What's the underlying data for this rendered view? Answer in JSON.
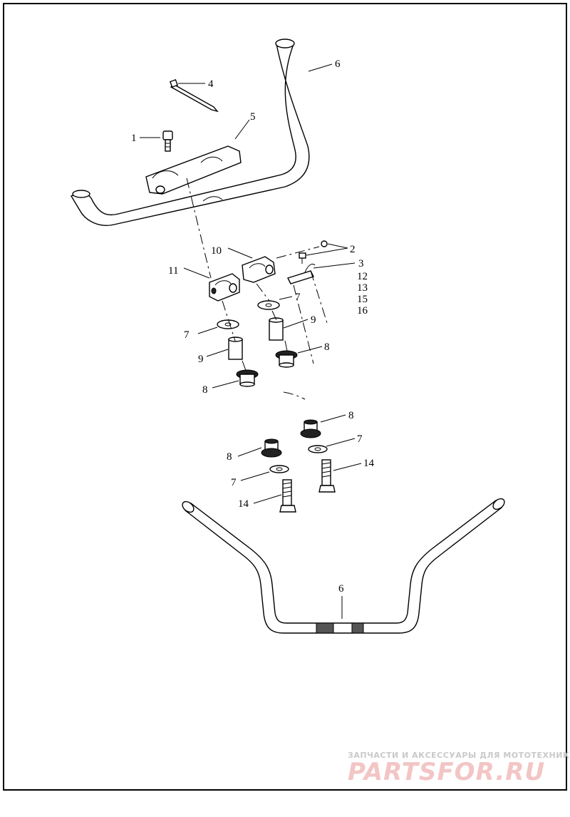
{
  "callouts": [
    {
      "id": "c6a",
      "text": "6"
    },
    {
      "id": "c4",
      "text": "4"
    },
    {
      "id": "c5",
      "text": "5"
    },
    {
      "id": "c1",
      "text": "1"
    },
    {
      "id": "c2",
      "text": "2"
    },
    {
      "id": "c10",
      "text": "10"
    },
    {
      "id": "c3",
      "text": "3"
    },
    {
      "id": "c12",
      "text": "12"
    },
    {
      "id": "c13",
      "text": "13"
    },
    {
      "id": "c15",
      "text": "15"
    },
    {
      "id": "c16",
      "text": "16"
    },
    {
      "id": "c11",
      "text": "11"
    },
    {
      "id": "c7a",
      "text": "7"
    },
    {
      "id": "c7b",
      "text": "7"
    },
    {
      "id": "c9a",
      "text": "9"
    },
    {
      "id": "c9b",
      "text": "9"
    },
    {
      "id": "c8a",
      "text": "8"
    },
    {
      "id": "c8b",
      "text": "8"
    },
    {
      "id": "c8c",
      "text": "8"
    },
    {
      "id": "c8d",
      "text": "8"
    },
    {
      "id": "c7c",
      "text": "7"
    },
    {
      "id": "c7d",
      "text": "7"
    },
    {
      "id": "c14a",
      "text": "14"
    },
    {
      "id": "c14b",
      "text": "14"
    },
    {
      "id": "c6b",
      "text": "6"
    }
  ],
  "watermark": {
    "subtitle": "ЗАПЧАСТИ И АКСЕССУАРЫ ДЛЯ МОТОТЕХНИКИ",
    "brand": "PARTSFOR.RU"
  }
}
